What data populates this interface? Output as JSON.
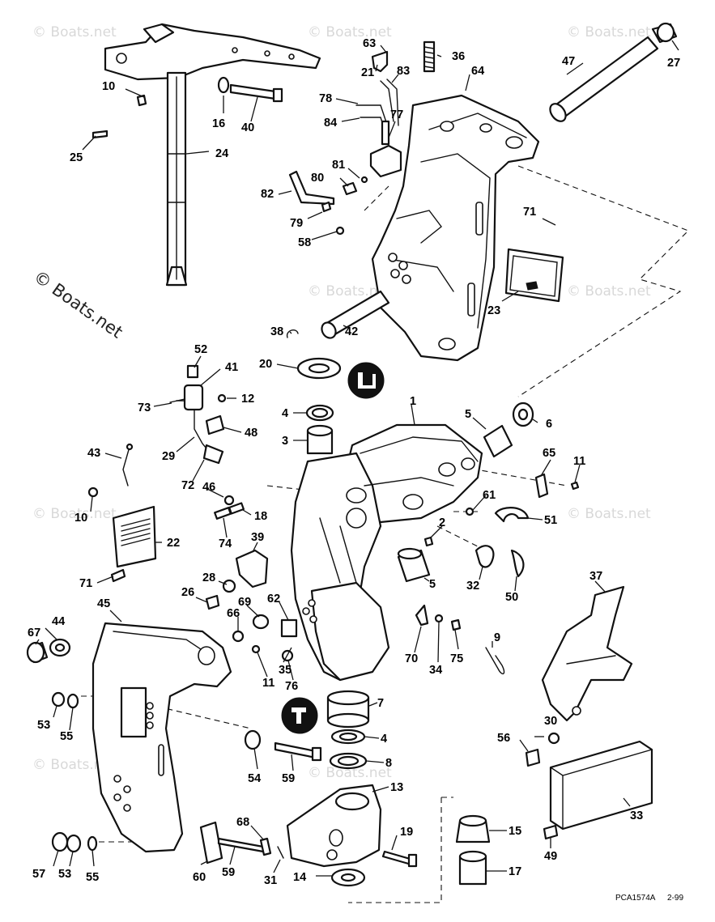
{
  "diagram_code": "PCA1574A",
  "diagram_date": "2-99",
  "watermark": "© Boats.net",
  "callouts": {
    "c1": "1",
    "c2": "2",
    "c3": "3",
    "c4a": "4",
    "c4b": "4",
    "c5a": "5",
    "c5b": "5",
    "c6": "6",
    "c7": "7",
    "c8": "8",
    "c9": "9",
    "c10a": "10",
    "c10b": "10",
    "c11a": "11",
    "c11b": "11",
    "c12": "12",
    "c13": "13",
    "c14": "14",
    "c15": "15",
    "c16": "16",
    "c17": "17",
    "c18": "18",
    "c19": "19",
    "c20": "20",
    "c21": "21",
    "c22": "22",
    "c23": "23",
    "c24": "24",
    "c25": "25",
    "c26": "26",
    "c27": "27",
    "c28": "28",
    "c29": "29",
    "c30": "30",
    "c31": "31",
    "c32": "32",
    "c33": "33",
    "c34": "34",
    "c35": "35",
    "c36": "36",
    "c37": "37",
    "c38": "38",
    "c39": "39",
    "c40": "40",
    "c41": "41",
    "c42": "42",
    "c43": "43",
    "c44": "44",
    "c45": "45",
    "c46": "46",
    "c47": "47",
    "c48": "48",
    "c49": "49",
    "c50": "50",
    "c51": "51",
    "c52": "52",
    "c53a": "53",
    "c53b": "53",
    "c54": "54",
    "c55a": "55",
    "c55b": "55",
    "c56": "56",
    "c57": "57",
    "c58": "58",
    "c59a": "59",
    "c59b": "59",
    "c60": "60",
    "c61": "61",
    "c62": "62",
    "c63": "63",
    "c64": "64",
    "c65": "65",
    "c66": "66",
    "c67": "67",
    "c68": "68",
    "c69": "69",
    "c70": "70",
    "c71a": "71",
    "c71b": "71",
    "c72": "72",
    "c73": "73",
    "c74": "74",
    "c75": "75",
    "c76": "76",
    "c77": "77",
    "c78": "78",
    "c79": "79",
    "c80": "80",
    "c81": "81",
    "c82": "82",
    "c83": "83",
    "c84": "84"
  }
}
